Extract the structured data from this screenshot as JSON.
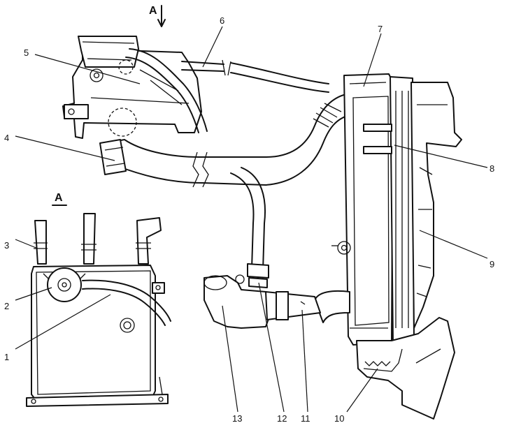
{
  "view_arrow_label": "A",
  "detail_view_label": "A",
  "callouts": [
    {
      "id": "1",
      "text": "1"
    },
    {
      "id": "2",
      "text": "2"
    },
    {
      "id": "3",
      "text": "3"
    },
    {
      "id": "4",
      "text": "4"
    },
    {
      "id": "5",
      "text": "5"
    },
    {
      "id": "6",
      "text": "6"
    },
    {
      "id": "7",
      "text": "7"
    },
    {
      "id": "8",
      "text": "8"
    },
    {
      "id": "9",
      "text": "9"
    },
    {
      "id": "10",
      "text": "10"
    },
    {
      "id": "11",
      "text": "11"
    },
    {
      "id": "12",
      "text": "12"
    },
    {
      "id": "13",
      "text": "13"
    }
  ]
}
